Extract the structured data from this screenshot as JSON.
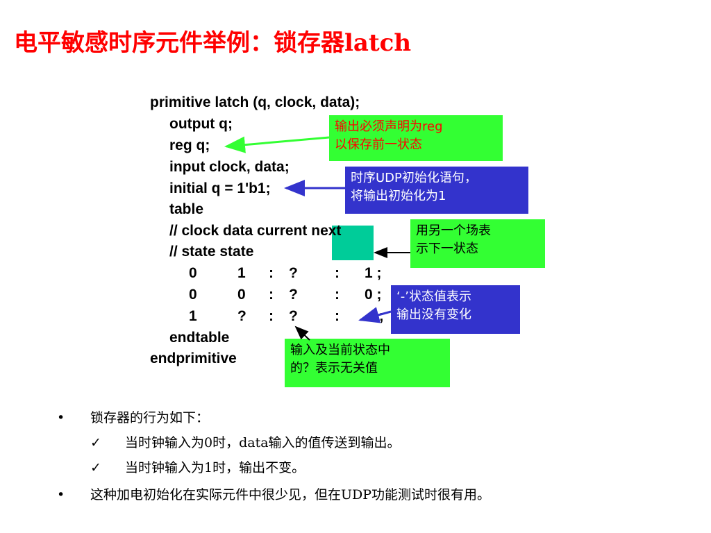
{
  "title": "电平敏感时序元件举例：锁存器latch",
  "code": {
    "lines": [
      "primitive latch (q, clock, data);",
      "output q;",
      "reg q;",
      "input clock, data;",
      "initial q = 1'b1;",
      "table",
      "// clock data  current   next",
      "//                     state       state"
    ],
    "rows": [
      [
        "0",
        "1",
        ":",
        "?",
        ":",
        "1 ;"
      ],
      [
        "0",
        "0",
        ":",
        "?",
        ":",
        "0 ;"
      ],
      [
        "1",
        "?",
        ":",
        "?",
        ":",
        "- ;"
      ]
    ],
    "end_lines": [
      "endtable",
      "endprimitive"
    ]
  },
  "callouts": {
    "reg": [
      "输出必须声明为reg",
      "以保存前一状态"
    ],
    "initial": [
      "时序UDP初始化语句，",
      "将输出初始化为1"
    ],
    "next_state": [
      "用另一个场表",
      "示下一状态"
    ],
    "dash": [
      "‘-’状态值表示",
      "输出没有变化"
    ],
    "question": [
      "输入及当前状态中",
      "的？表示无关值"
    ]
  },
  "bullets": [
    {
      "mark": "•",
      "text": "锁存器的行为如下："
    },
    {
      "mark": "✓",
      "text": "当时钟输入为0时，data输入的值传送到输出。"
    },
    {
      "mark": "✓",
      "text": "当时钟输入为1时，输出不变。"
    },
    {
      "mark": "•",
      "text": "这种加电初始化在实际元件中很少见，但在UDP功能测试时很有用。"
    }
  ],
  "colors": {
    "title": "#ff0000",
    "callout_green": "#33ff33",
    "callout_blue": "#3333cc",
    "teal": "#00cc99"
  }
}
